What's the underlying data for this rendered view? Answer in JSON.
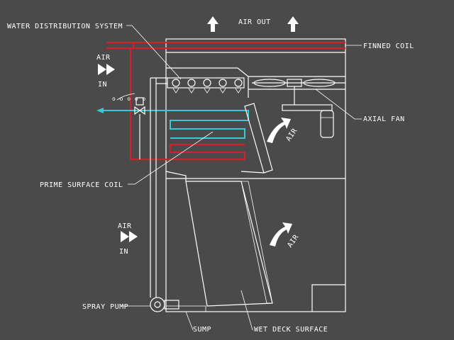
{
  "labels": {
    "water_distribution_system": "WATER DISTRIBUTION SYSTEM",
    "air_out": "AIR OUT",
    "finned_coil": "FINNED COIL",
    "air_in_top_1": "AIR",
    "air_in_top_2": "IN",
    "axial_fan": "AXIAL FAN",
    "air_upper": "AIR",
    "prime_surface_coil": "PRIME SURFACE COIL",
    "air_in_bottom_1": "AIR",
    "air_in_bottom_2": "IN",
    "air_lower": "AIR",
    "spray_pump": "SPRAY PUMP",
    "sump": "SUMP",
    "wet_deck_surface": "WET DECK SURFACE"
  },
  "colors": {
    "background": "#4a4a4a",
    "lines": "#ffffff",
    "hot_water": "#d0202a",
    "cold_water": "#38c8d8"
  },
  "icons": [
    "arrow-up-icon",
    "double-chevron-right-icon",
    "curved-arrow-icon",
    "valve-icon",
    "nozzle-icon",
    "fan-icon",
    "motor-icon",
    "pump-icon"
  ]
}
